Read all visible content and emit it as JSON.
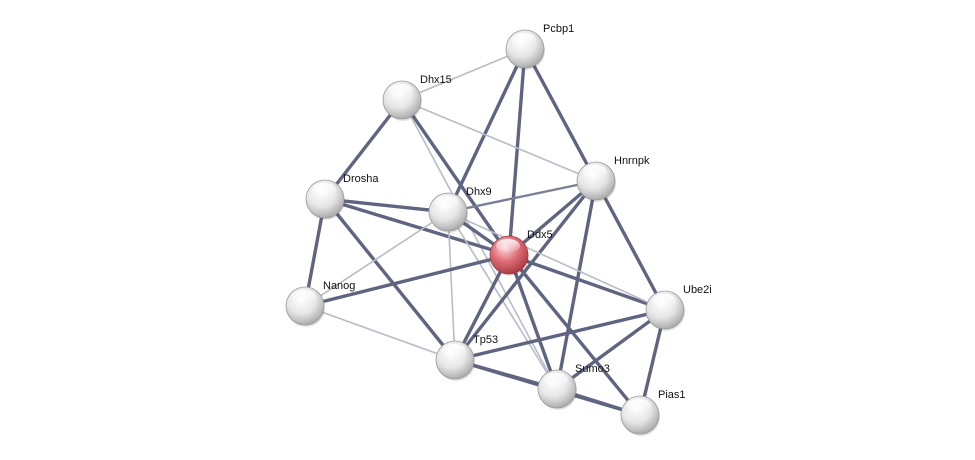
{
  "network": {
    "center_node": "Ddx5",
    "colors": {
      "center_node": "#d9626b",
      "node": "#e4e4e4",
      "edge_strong": "#5f6580",
      "edge_medium": "#7a7f96",
      "edge_weak": "#b8bbc8",
      "label": "#111111"
    },
    "nodes": [
      {
        "id": "Pcbp1",
        "label": "Pcbp1"
      },
      {
        "id": "Dhx15",
        "label": "Dhx15"
      },
      {
        "id": "Hnrnpk",
        "label": "Hnrnpk"
      },
      {
        "id": "Drosha",
        "label": "Drosha"
      },
      {
        "id": "Dhx9",
        "label": "Dhx9"
      },
      {
        "id": "Ddx5",
        "label": "Ddx5"
      },
      {
        "id": "Nanog",
        "label": "Nanog"
      },
      {
        "id": "Ube2i",
        "label": "Ube2i"
      },
      {
        "id": "Tp53",
        "label": "Tp53"
      },
      {
        "id": "Sumo3",
        "label": "Sumo3"
      },
      {
        "id": "Pias1",
        "label": "Pias1"
      }
    ],
    "edges": [
      {
        "source": "Dhx15",
        "target": "Pcbp1",
        "strength": "weak"
      },
      {
        "source": "Pcbp1",
        "target": "Dhx9",
        "strength": "strong"
      },
      {
        "source": "Pcbp1",
        "target": "Ddx5",
        "strength": "strong"
      },
      {
        "source": "Pcbp1",
        "target": "Hnrnpk",
        "strength": "strong"
      },
      {
        "source": "Dhx15",
        "target": "Hnrnpk",
        "strength": "weak"
      },
      {
        "source": "Dhx15",
        "target": "Drosha",
        "strength": "strong"
      },
      {
        "source": "Dhx15",
        "target": "Ddx5",
        "strength": "strong"
      },
      {
        "source": "Dhx15",
        "target": "Sumo3",
        "strength": "weak"
      },
      {
        "source": "Drosha",
        "target": "Dhx9",
        "strength": "strong"
      },
      {
        "source": "Drosha",
        "target": "Ddx5",
        "strength": "strong"
      },
      {
        "source": "Drosha",
        "target": "Nanog",
        "strength": "strong"
      },
      {
        "source": "Drosha",
        "target": "Tp53",
        "strength": "strong"
      },
      {
        "source": "Dhx9",
        "target": "Ddx5",
        "strength": "strong"
      },
      {
        "source": "Dhx9",
        "target": "Hnrnpk",
        "strength": "medium"
      },
      {
        "source": "Dhx9",
        "target": "Nanog",
        "strength": "weak"
      },
      {
        "source": "Dhx9",
        "target": "Tp53",
        "strength": "weak"
      },
      {
        "source": "Dhx9",
        "target": "Sumo3",
        "strength": "weak"
      },
      {
        "source": "Ddx5",
        "target": "Hnrnpk",
        "strength": "strong"
      },
      {
        "source": "Ddx5",
        "target": "Nanog",
        "strength": "strong"
      },
      {
        "source": "Ddx5",
        "target": "Tp53",
        "strength": "strong"
      },
      {
        "source": "Ddx5",
        "target": "Sumo3",
        "strength": "strong"
      },
      {
        "source": "Ddx5",
        "target": "Ube2i",
        "strength": "strong"
      },
      {
        "source": "Ddx5",
        "target": "Pias1",
        "strength": "strong"
      },
      {
        "source": "Hnrnpk",
        "target": "Ube2i",
        "strength": "strong"
      },
      {
        "source": "Hnrnpk",
        "target": "Sumo3",
        "strength": "strong"
      },
      {
        "source": "Hnrnpk",
        "target": "Tp53",
        "strength": "strong"
      },
      {
        "source": "Nanog",
        "target": "Tp53",
        "strength": "weak"
      },
      {
        "source": "Tp53",
        "target": "Ube2i",
        "strength": "strong"
      },
      {
        "source": "Tp53",
        "target": "Sumo3",
        "strength": "strong"
      },
      {
        "source": "Tp53",
        "target": "Pias1",
        "strength": "strong"
      },
      {
        "source": "Dhx9",
        "target": "Ube2i",
        "strength": "weak"
      },
      {
        "source": "Sumo3",
        "target": "Ube2i",
        "strength": "strong"
      },
      {
        "source": "Sumo3",
        "target": "Pias1",
        "strength": "strong"
      },
      {
        "source": "Ube2i",
        "target": "Pias1",
        "strength": "strong"
      }
    ]
  }
}
